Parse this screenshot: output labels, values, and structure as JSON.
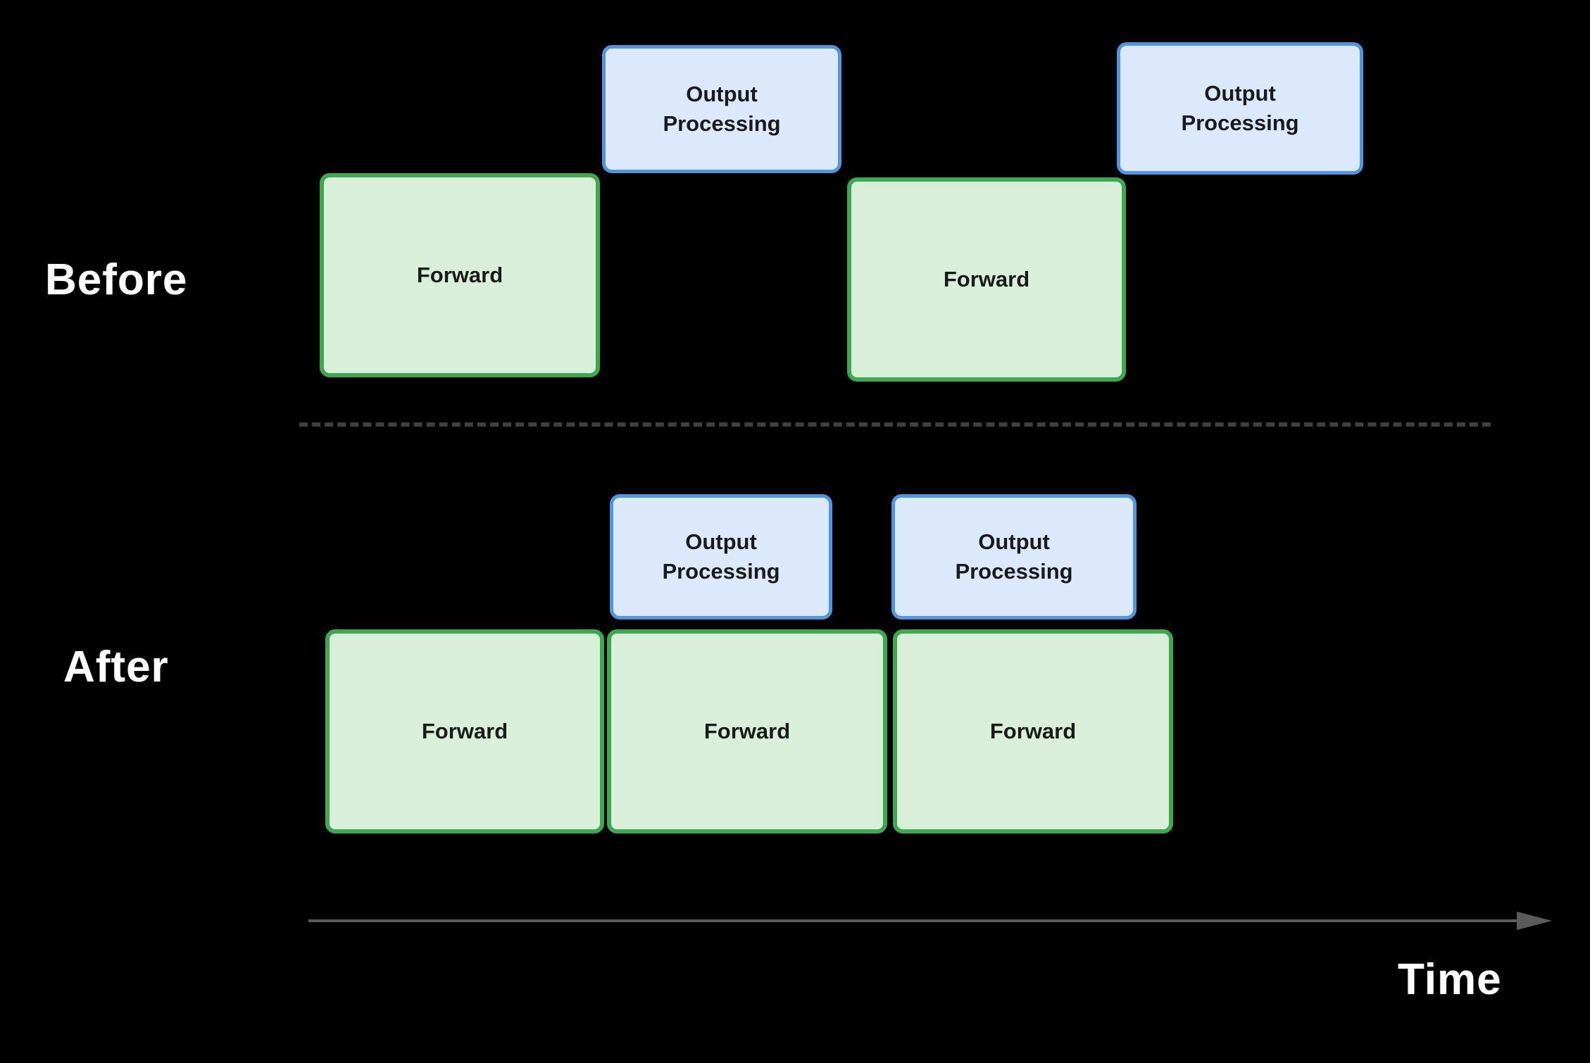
{
  "diagram": {
    "before": {
      "label": "Before",
      "boxes": [
        {
          "type": "forward",
          "label": "Forward"
        },
        {
          "type": "output",
          "label": "Output Processing"
        },
        {
          "type": "forward",
          "label": "Forward"
        },
        {
          "type": "output",
          "label": "Output Processing"
        }
      ]
    },
    "after": {
      "label": "After",
      "boxes": [
        {
          "type": "output",
          "label": "Output Processing"
        },
        {
          "type": "output",
          "label": "Output Processing"
        },
        {
          "type": "forward",
          "label": "Forward"
        },
        {
          "type": "forward",
          "label": "Forward"
        },
        {
          "type": "forward",
          "label": "Forward"
        }
      ]
    },
    "axis": {
      "label": "Time"
    },
    "colors": {
      "background": "#000000",
      "forward_fill": "#d9efd9",
      "forward_border": "#3ba94e",
      "output_fill": "#dce9fc",
      "output_border": "#4e96e3",
      "divider": "#3f3f3f",
      "arrow": "#5a5a5a",
      "box_text": "#1a1a1a",
      "label_text": "#ffffff"
    }
  }
}
